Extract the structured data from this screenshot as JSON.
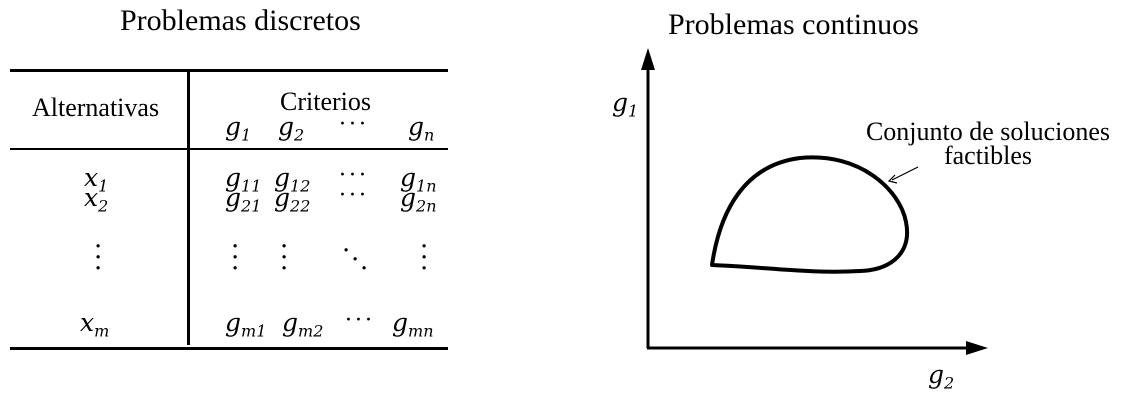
{
  "discrete": {
    "title": "Problemas discretos",
    "header_alternatives": "Alternativas",
    "header_criteria": "Criterios",
    "criteria": [
      {
        "base": "g",
        "sub": "1"
      },
      {
        "base": "g",
        "sub": "2"
      },
      {
        "base": "g",
        "sub": "n"
      }
    ],
    "rows": [
      {
        "alt": {
          "base": "x",
          "sub": "1"
        },
        "cells": [
          {
            "base": "g",
            "sub": "11"
          },
          {
            "base": "g",
            "sub": "12"
          },
          {
            "base": "g",
            "sub": "1n"
          }
        ]
      },
      {
        "alt": {
          "base": "x",
          "sub": "2"
        },
        "cells": [
          {
            "base": "g",
            "sub": "21"
          },
          {
            "base": "g",
            "sub": "22"
          },
          {
            "base": "g",
            "sub": "2n"
          }
        ]
      },
      {
        "alt": {
          "base": "x",
          "sub": "m"
        },
        "cells": [
          {
            "base": "g",
            "sub": "m1"
          },
          {
            "base": "g",
            "sub": "m2"
          },
          {
            "base": "g",
            "sub": "mn"
          }
        ]
      }
    ]
  },
  "continuous": {
    "title": "Problemas continuos",
    "y_axis": {
      "base": "g",
      "sub": "1"
    },
    "x_axis": {
      "base": "g",
      "sub": "2"
    },
    "region_label_line1": "Conjunto de soluciones",
    "region_label_line2": "factibles"
  }
}
